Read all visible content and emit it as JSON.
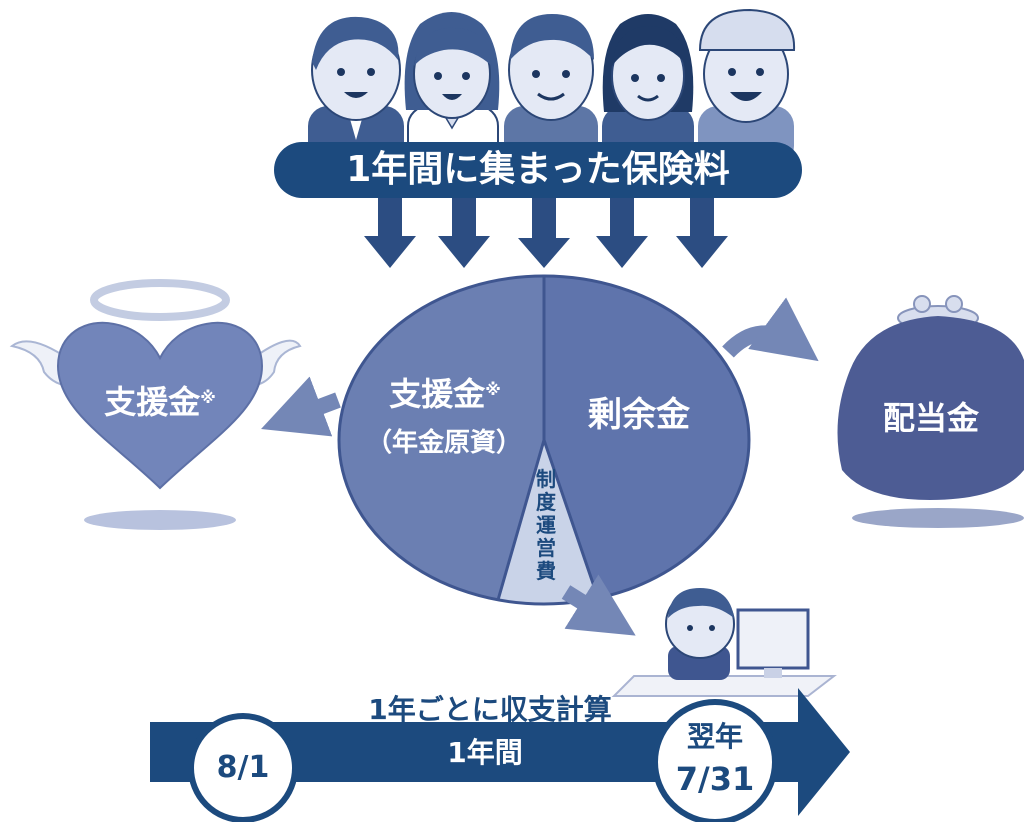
{
  "banner": {
    "text": "1年間に集まった保険料"
  },
  "pie": {
    "support": {
      "label": "支援金",
      "note": "※",
      "sub": "（年金原資）"
    },
    "surplus": {
      "label": "剰余金"
    },
    "admin": {
      "label": "制度運営費"
    }
  },
  "heart": {
    "label": "支援金",
    "note": "※"
  },
  "pouch": {
    "label": "配当金"
  },
  "timeline": {
    "caption": "1年ごとに収支計算",
    "start": "8/1",
    "middle": "1年間",
    "end_top": "翌年",
    "end_bottom": "7/31"
  },
  "colors": {
    "navy": "#1c4a7e",
    "pie_left": "#6b7fb2",
    "pie_right": "#5f74ac",
    "slice": "#c9d3e8",
    "heart": "#7285ba",
    "pouch": "#4d5c94",
    "arrow": "#7487b6"
  },
  "icons": [
    "person-icon",
    "angel-heart-icon",
    "coin-purse-icon",
    "office-worker-icon"
  ]
}
